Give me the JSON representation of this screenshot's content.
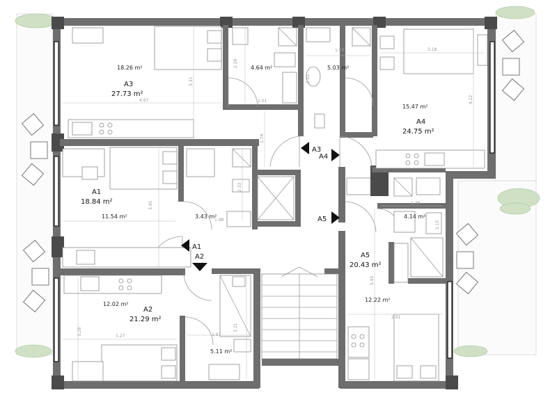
{
  "apartments": [
    {
      "id": "A3",
      "label": "A3",
      "size": "27.73 m²"
    },
    {
      "id": "A4",
      "label": "A4",
      "size": "24.75 m²"
    },
    {
      "id": "A1",
      "label": "A1",
      "size": "18.84 m²"
    },
    {
      "id": "A2",
      "label": "A2",
      "size": "21.29 m²"
    },
    {
      "id": "A5",
      "label": "A5",
      "size": "20.43 m²"
    }
  ],
  "rooms": {
    "a3_living": "18.26 m²",
    "a3_bath": "4.64 m²",
    "a4_bath": "5.03 m²",
    "a4_living": "15.47 m²",
    "a1_living": "11.54 m²",
    "a1_bath": "3.43 m²",
    "a5_bath": "4.14 m²",
    "a2_living": "12.02 m²",
    "a5_living": "12.22 m²",
    "a2_bath": "5.11 m²"
  },
  "entrances": [
    {
      "id": "e1",
      "label": "A3"
    },
    {
      "id": "e2",
      "label": "A4"
    },
    {
      "id": "e3",
      "label": "A1"
    },
    {
      "id": "e4",
      "label": "A2"
    },
    {
      "id": "e5",
      "label": "A5"
    }
  ],
  "dimensions": {
    "d1": "2.29",
    "d2": "2.01",
    "d3": "1.99",
    "d4": "3.18",
    "d5": "3.31",
    "d6": "4.67",
    "d7": "2.02",
    "d8": "4.22",
    "d9": "1.74",
    "d10": "2.33",
    "d11": "1.98",
    "d12": "3.45",
    "d13": "1.78",
    "d14": "2.15",
    "d15": "5.95",
    "d16": "2.91",
    "d17": "3.28",
    "d18": "3.27",
    "d19": "1.97",
    "d20": "3.21"
  },
  "colors": {
    "wall": "#6e6e6e",
    "terrace_plant": "#cfe0c5"
  }
}
